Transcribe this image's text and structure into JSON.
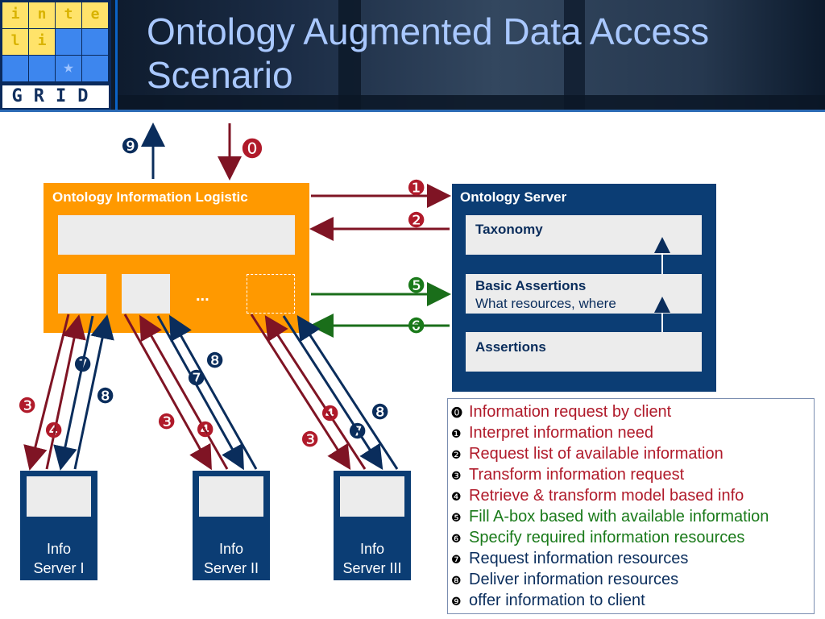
{
  "title": "Ontology Augmented Data Access Scenario",
  "logo": {
    "cells": [
      "i",
      "n",
      "t",
      "e",
      "l",
      "i"
    ],
    "bottom": "GRID"
  },
  "logistic": {
    "label": "Ontology Information Logistic",
    "ellipsis": "..."
  },
  "ontology_server": {
    "label": "Ontology Server",
    "taxonomy": "Taxonomy",
    "basic_assertions": "Basic Assertions",
    "basic_assertions_sub": "What resources, where",
    "assertions": "Assertions"
  },
  "info_servers": [
    {
      "line1": "Info",
      "line2": "Server I"
    },
    {
      "line1": "Info",
      "line2": "Server II"
    },
    {
      "line1": "Info",
      "line2": "Server III"
    }
  ],
  "markers": {
    "m0": "⓿",
    "m1": "❶",
    "m2": "❷",
    "m3": "❸",
    "m4": "❹",
    "m5": "❺",
    "m6": "❻",
    "m7": "❼",
    "m8": "❽",
    "m9": "❾"
  },
  "legend": [
    {
      "mark": "⓿",
      "text": "Information request by client",
      "color": "#b01a2a"
    },
    {
      "mark": "❶",
      "text": "Interpret information need",
      "color": "#b01a2a"
    },
    {
      "mark": "❷",
      "text": "Request list of available information",
      "color": "#b01a2a"
    },
    {
      "mark": "❸",
      "text": "Transform information request",
      "color": "#b01a2a"
    },
    {
      "mark": "❹",
      "text": "Retrieve & transform model based info",
      "color": "#b01a2a"
    },
    {
      "mark": "❺",
      "text": "Fill A-box based with available information",
      "color": "#1a7a1a"
    },
    {
      "mark": "❻",
      "text": "Specify required information resources",
      "color": "#1a7a1a"
    },
    {
      "mark": "❼",
      "text": "Request information resources",
      "color": "#0a2d5c"
    },
    {
      "mark": "❽",
      "text": "Deliver information resources",
      "color": "#0a2d5c"
    },
    {
      "mark": "❾",
      "text": "offer information to client",
      "color": "#0a2d5c"
    }
  ]
}
